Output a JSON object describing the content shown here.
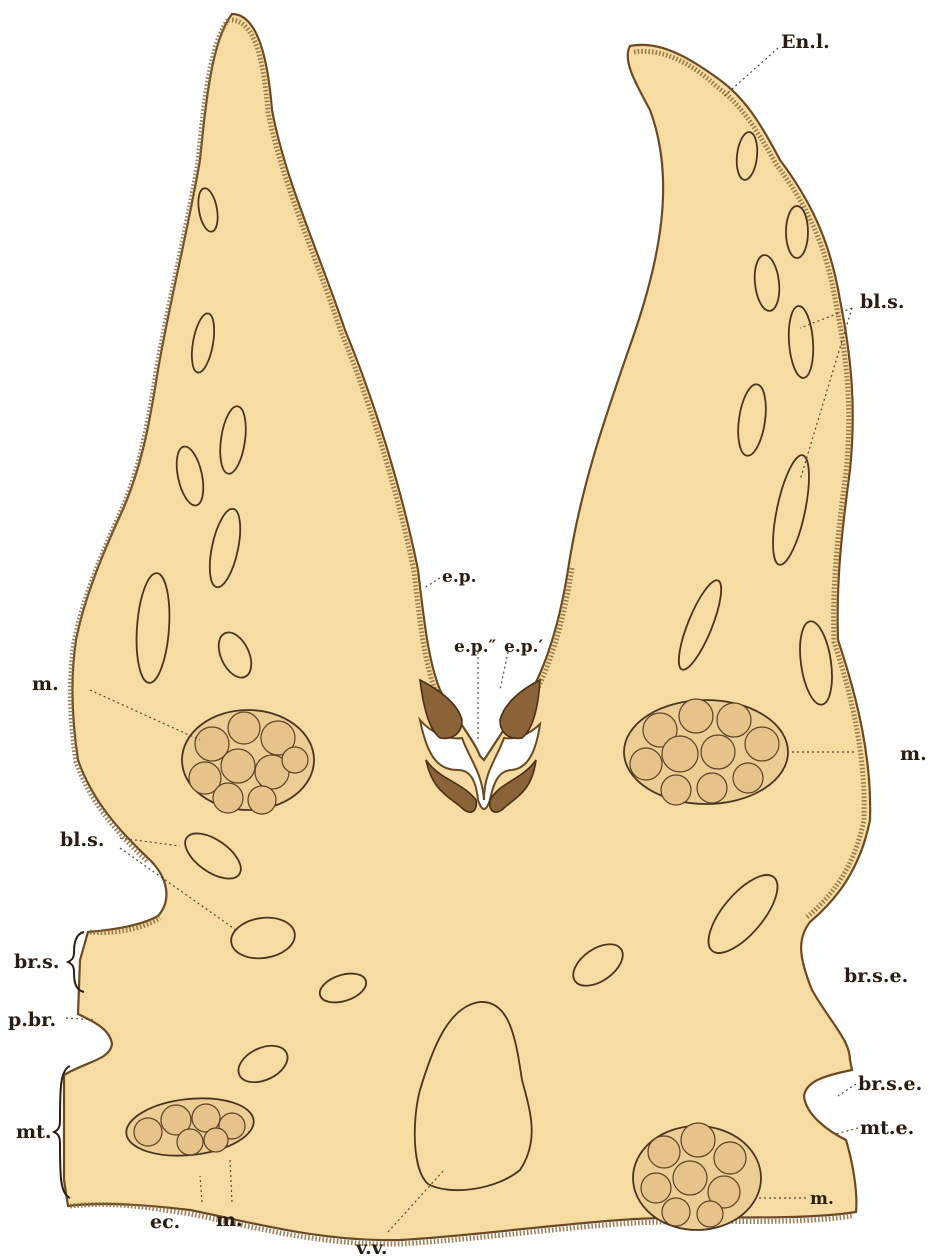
{
  "figure": {
    "labels": {
      "en_l": "En.l.",
      "bl_s": "bl.s.",
      "ep": "e.p.",
      "ep2": "e.p.″",
      "ep1": "e.p.′",
      "m": "m.",
      "br_s": "br.s.",
      "p_br": "p.br.",
      "mt": "mt.",
      "ec": "ec.",
      "vv": "v.v.",
      "br_s_e": "br.s.e.",
      "mt_e": "mt.e."
    },
    "colors": {
      "tissue": "#f6dca3",
      "outline": "#6b4a23",
      "epithelium": "#8c6a3a",
      "label": "#2a1e12"
    }
  }
}
